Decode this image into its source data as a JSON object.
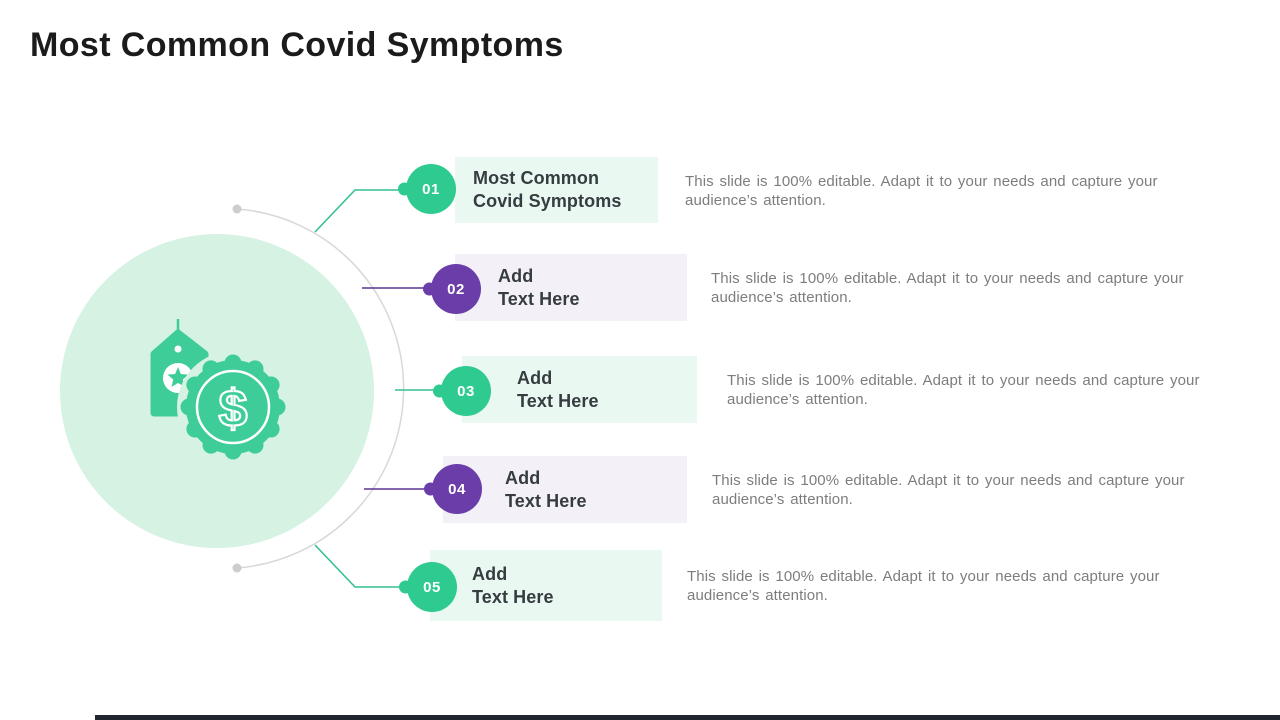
{
  "slide": {
    "title": "Most Common Covid Symptoms",
    "rows": [
      {
        "number": "01",
        "label_line1": "Most Common",
        "label_line2": "Covid Symptoms",
        "theme": "green"
      },
      {
        "number": "02",
        "label_line1": "Add",
        "label_line2": "Text Here",
        "theme": "purple"
      },
      {
        "number": "03",
        "label_line1": "Add",
        "label_line2": "Text Here",
        "theme": "green"
      },
      {
        "number": "04",
        "label_line1": "Add",
        "label_line2": "Text Here",
        "theme": "purple"
      },
      {
        "number": "05",
        "label_line1": "Add",
        "label_line2": "Text Here",
        "theme": "green"
      }
    ],
    "description_line1": "This slide is 100% editable. Adapt it to your needs and capture your",
    "description_line2": "audience’s attention.",
    "icon": {
      "price_tag_icon": "price-tag-with-star",
      "dollar_seal_icon": "dollar-seal",
      "dollar_sign": "$"
    },
    "colors": {
      "badge_green": "#2fca90",
      "badge_purple": "#6b3da8",
      "panel_mint": "#e9f9f2",
      "panel_lavender": "#f3f1f7",
      "mint_circle": "#d5f2e3",
      "icon_green": "#3ecd98",
      "connector_green": "#35c08f",
      "connector_purple": "#5a3490",
      "arc_gray": "#d8d8d8",
      "title_text": "#1b1b1b",
      "label_text": "#363c40",
      "description_text": "#7d7d7d",
      "bottom_bar": "#1f2630"
    }
  }
}
